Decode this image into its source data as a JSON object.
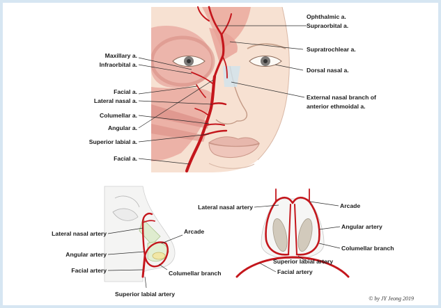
{
  "top_figure": {
    "labels": {
      "ophthalmic": "Ophthalmic a.",
      "supraorbital": "Supraorbital a.",
      "supratrochlear": "Supratrochlear a.",
      "dorsal_nasal": "Dorsal nasal a.",
      "external_nasal_1": "External nasal branch of",
      "external_nasal_2": "anterior ethmoidal a.",
      "maxillary": "Maxillary a.",
      "infraorbital": "Infraorbital a.",
      "facial_1": "Facial a.",
      "lateral_nasal": "Lateral nasal a.",
      "columellar": "Columellar a.",
      "angular": "Angular a.",
      "superior_labial": "Superior labial a.",
      "facial_2": "Facial a."
    }
  },
  "bottom_left_figure": {
    "labels": {
      "lateral_nasal_artery": "Lateral nasal artery",
      "arcade": "Arcade",
      "angular_artery": "Angular artery",
      "facial_artery": "Facial artery",
      "columellar_branch": "Columellar branch",
      "superior_labial_artery": "Superior labial artery"
    }
  },
  "bottom_right_figure": {
    "labels": {
      "lateral_nasal_artery": "Lateral nasal artery",
      "arcade": "Arcade",
      "angular_artery": "Angular artery",
      "columellar_branch": "Columellar branch",
      "superior_labial_artery": "Superior labial artery",
      "facial_artery": "Facial artery"
    }
  },
  "credit": "© by JY Jeong 2019",
  "colors": {
    "artery": "#c4161c",
    "skin": "#f7e0d0",
    "muscle": "#e8a9a0",
    "frame": "#d6e6f2"
  }
}
